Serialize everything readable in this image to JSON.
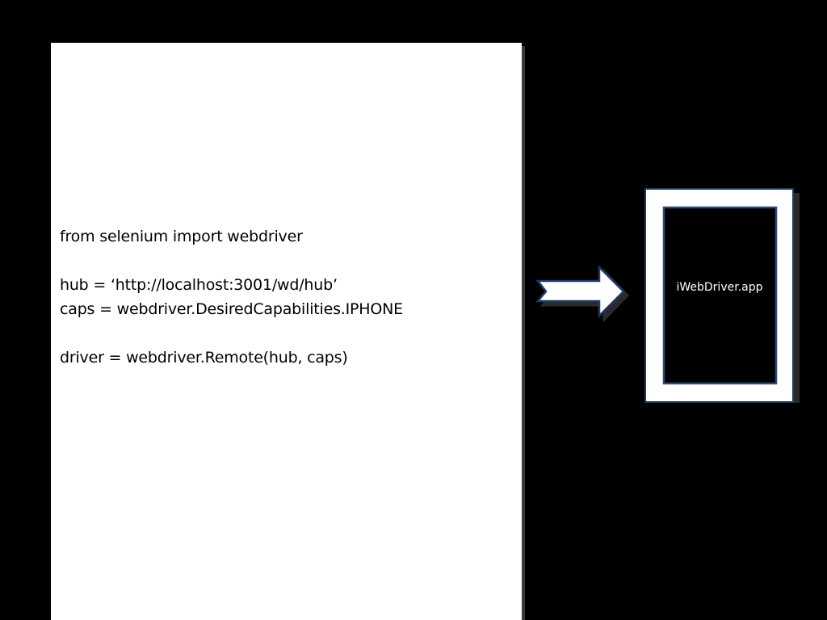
{
  "code_lines": [
    "from selenium import webdriver",
    "",
    "hub = ‘http://localhost:3001/wd/hub’",
    "caps = webdriver.DesiredCapabilities.IPHONE",
    "",
    "driver = webdriver.Remote(hub, caps)"
  ],
  "device": {
    "app_label": "iWebDriver.app"
  },
  "colors": {
    "background": "#000000",
    "panel": "#ffffff",
    "outline": "#1f3a66"
  }
}
